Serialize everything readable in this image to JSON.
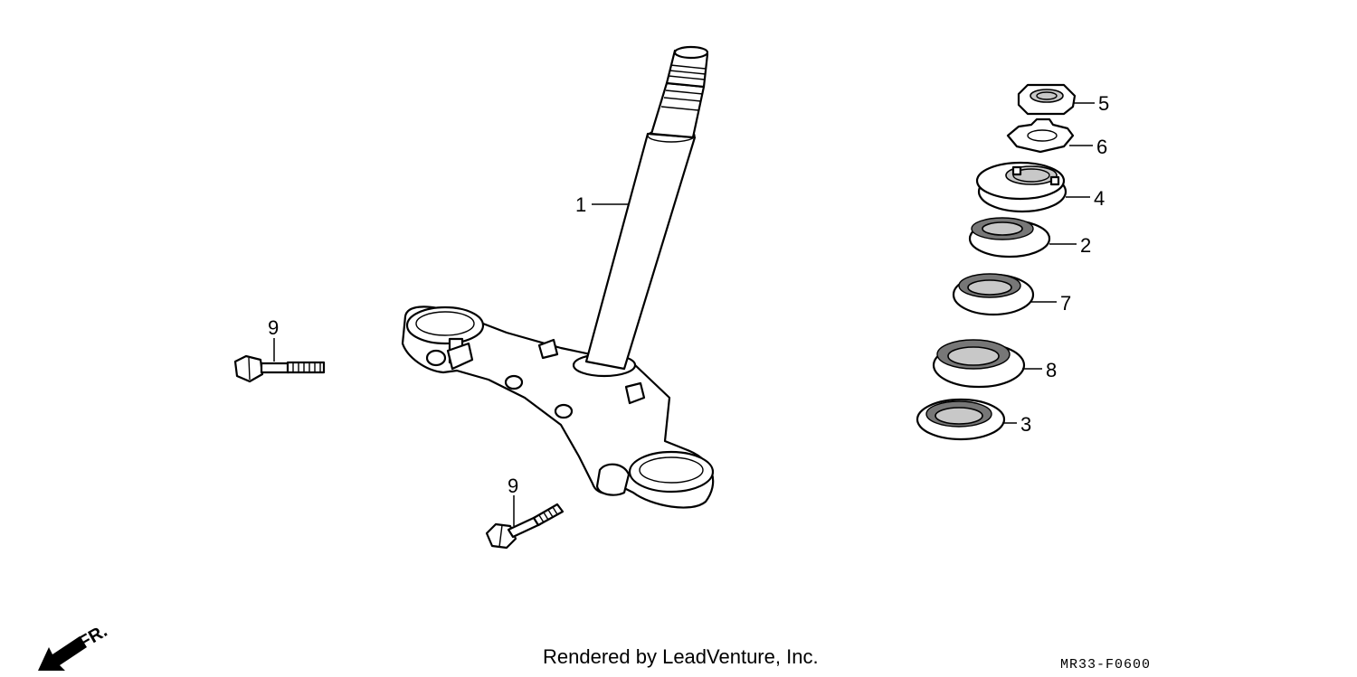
{
  "callouts": {
    "c1": "1",
    "c2": "2",
    "c3": "3",
    "c4": "4",
    "c5": "5",
    "c6": "6",
    "c7": "7",
    "c8": "8",
    "c9a": "9",
    "c9b": "9"
  },
  "direction": "FR.",
  "credit": "Rendered by LeadVenture, Inc.",
  "diagram_code": "MR33-F0600"
}
